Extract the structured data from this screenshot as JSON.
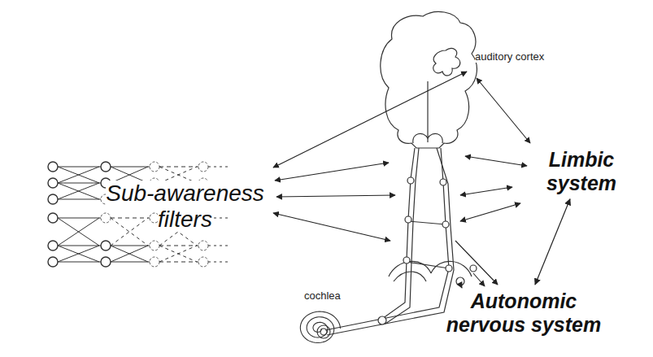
{
  "diagram": {
    "nodes": [
      {
        "text": [
          "Sub-awareness filters"
        ]
      },
      {
        "text": [
          "Limbic system"
        ]
      },
      {
        "text": [
          "Autonomic nervous system"
        ]
      }
    ],
    "edges": [
      {
        "from": 1,
        "to": 2,
        "arrow": "both"
      }
    ],
    "labels": [
      "auditory cortex",
      "cochlea"
    ]
  }
}
